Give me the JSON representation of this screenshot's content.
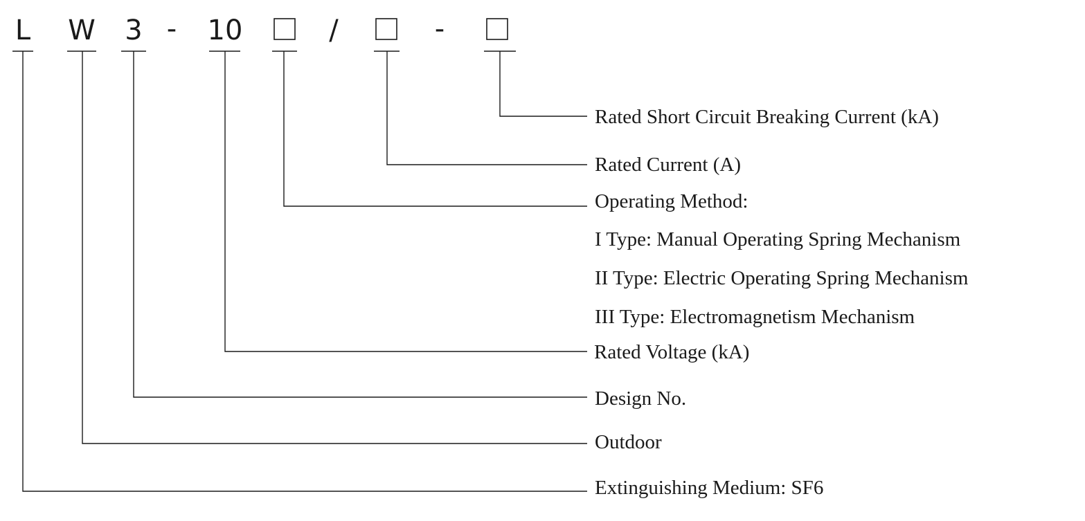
{
  "model_code": {
    "L": "L",
    "W": "W",
    "design": "3",
    "dash1": "-",
    "voltage": "10",
    "slash": "/",
    "dash2": "-",
    "placeholder_symbol": "empty-square"
  },
  "labels": {
    "breaking_current": "Rated Short Circuit Breaking Current (kA)",
    "rated_current": "Rated Current (A)",
    "operating_method": "Operating Method:",
    "type1": "I Type: Manual Operating Spring Mechanism",
    "type2": "II Type: Electric Operating Spring Mechanism",
    "type3": "III Type: Electromagnetism Mechanism",
    "rated_voltage": "Rated Voltage (kA)",
    "design_no": "Design No.",
    "outdoor": "Outdoor",
    "medium": "Extinguishing Medium: SF6"
  }
}
